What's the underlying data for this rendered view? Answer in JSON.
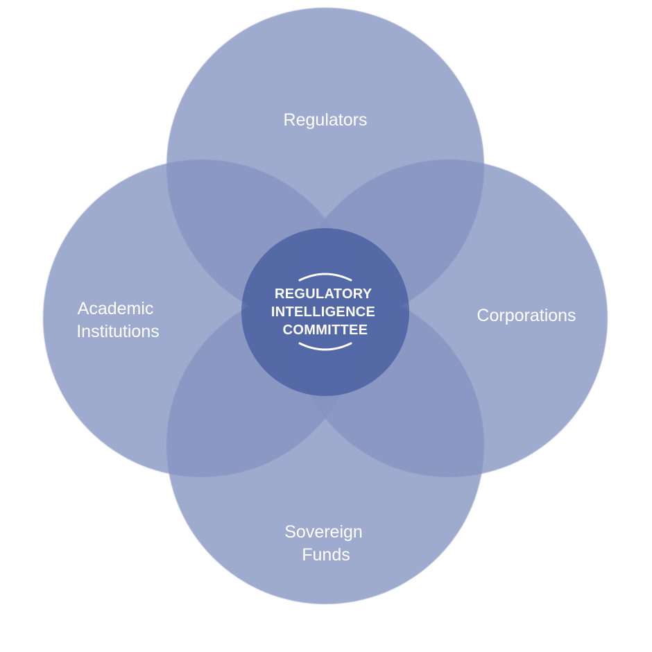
{
  "diagram": {
    "center": {
      "lines": [
        "REGULATORY",
        "INTELLIGENCE",
        "COMMITTEE"
      ]
    },
    "petals": [
      {
        "id": "regulators",
        "lines": [
          "Regulators"
        ]
      },
      {
        "id": "corporations",
        "lines": [
          "Corporations"
        ]
      },
      {
        "id": "sovereign-funds",
        "lines": [
          "Sovereign",
          "Funds"
        ]
      },
      {
        "id": "academic-institutions",
        "lines": [
          "Academic",
          "Institutions"
        ]
      }
    ]
  },
  "colors": {
    "circle_fill": "#8494c0",
    "center_fill": "#2a4390",
    "text": "#ffffff"
  }
}
